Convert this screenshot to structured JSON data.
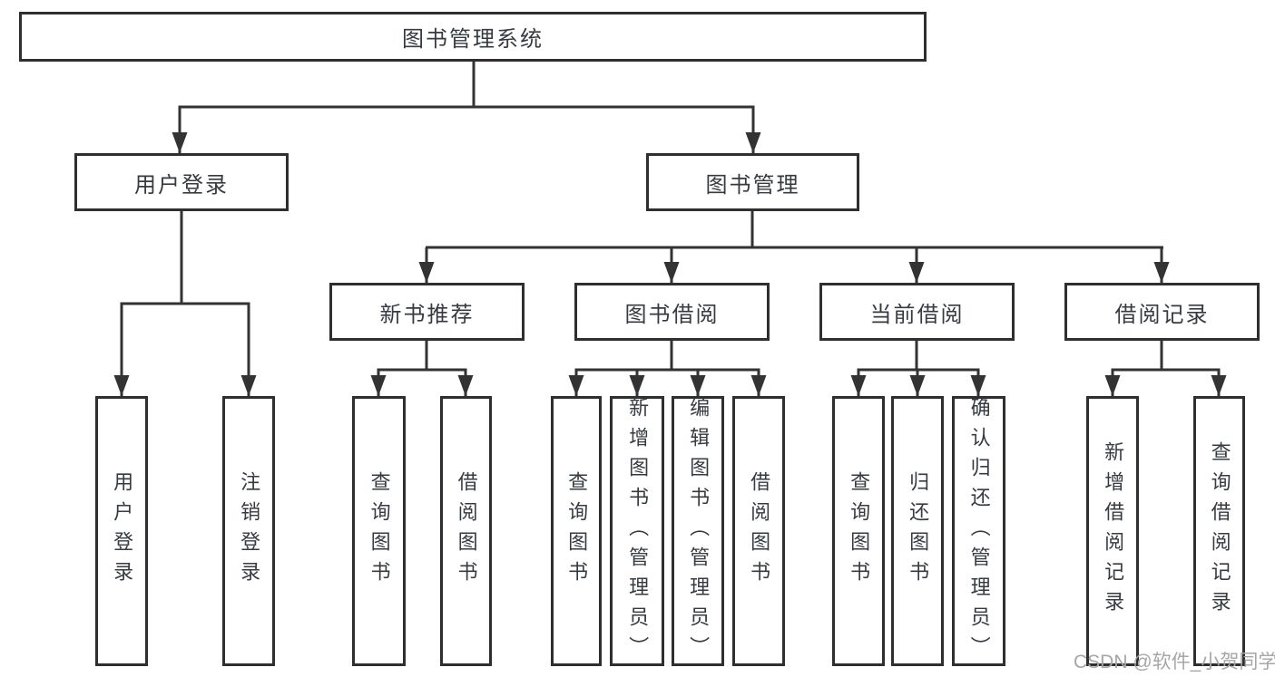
{
  "colors": {
    "line": "#333333",
    "box_border": "#2d2f31",
    "text": "#363b42",
    "watermark": "#a6a6a6",
    "background": "#ffffff"
  },
  "watermark": {
    "text": "CSDN @软件_小贺同学"
  },
  "diagram": {
    "root": {
      "label": "图书管理系统"
    },
    "branches": [
      {
        "label": "用户登录",
        "children": [
          {
            "label": "用户登录"
          },
          {
            "label": "注销登录"
          }
        ]
      },
      {
        "label": "图书管理",
        "children": [
          {
            "label": "新书推荐",
            "children": [
              {
                "label": "查询图书"
              },
              {
                "label": "借阅图书"
              }
            ]
          },
          {
            "label": "图书借阅",
            "children": [
              {
                "label": "查询图书"
              },
              {
                "label": "新增图书（管理员）"
              },
              {
                "label": "编辑图书（管理员）"
              },
              {
                "label": "借阅图书"
              }
            ]
          },
          {
            "label": "当前借阅",
            "children": [
              {
                "label": "查询图书"
              },
              {
                "label": "归还图书"
              },
              {
                "label": "确认归还（管理员）"
              }
            ]
          },
          {
            "label": "借阅记录",
            "children": [
              {
                "label": "新增借阅记录"
              },
              {
                "label": "查询借阅记录"
              }
            ]
          }
        ]
      }
    ]
  }
}
